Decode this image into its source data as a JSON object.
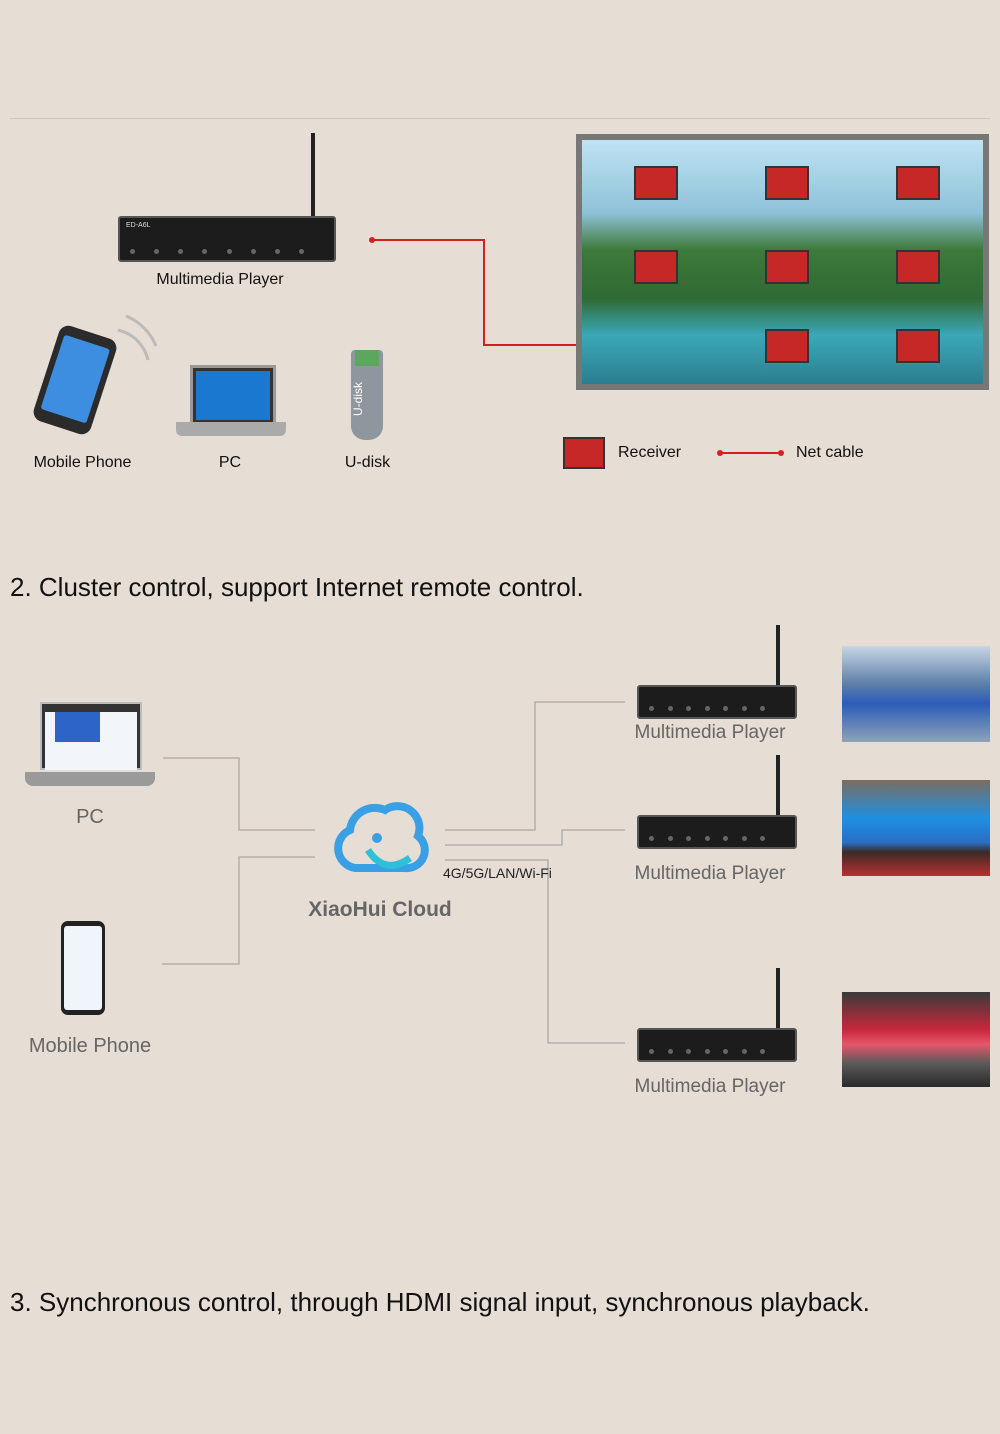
{
  "section1": {
    "player_label": "Multimedia Player",
    "devices": [
      {
        "label": "Mobile Phone"
      },
      {
        "label": "PC"
      },
      {
        "label": "U-disk"
      }
    ],
    "udisk_text": "U-disk",
    "device_logo": "ED-A6L",
    "legend": {
      "receiver": "Receiver",
      "net_cable": "Net cable"
    },
    "cable_color": "#d32020"
  },
  "section2": {
    "heading": "2. Cluster control, support Internet remote control.",
    "sources": [
      {
        "label": "PC"
      },
      {
        "label": "Mobile Phone"
      }
    ],
    "cloud_label": "XiaoHui Cloud",
    "network_label": "4G/5G/LAN/Wi-Fi",
    "players": [
      {
        "label": "Multimedia Player"
      },
      {
        "label": "Multimedia Player"
      },
      {
        "label": "Multimedia Player"
      }
    ]
  },
  "section3": {
    "heading": "3. Synchronous control, through HDMI signal input, synchronous playback."
  }
}
